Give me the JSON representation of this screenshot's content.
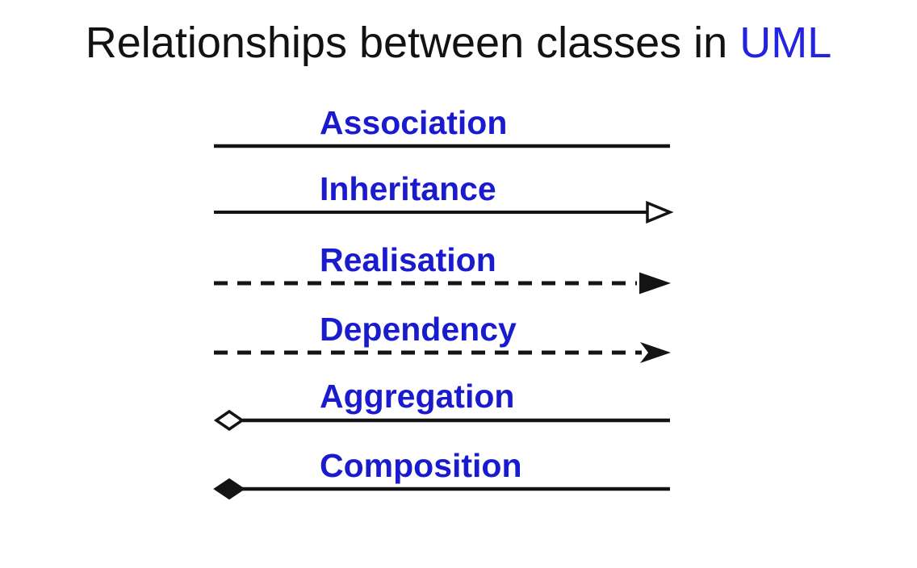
{
  "title": {
    "prefix": "Relationships between classes in ",
    "highlight": "UML"
  },
  "colors": {
    "background": "#ffffff",
    "title_black": "#121212",
    "title_highlight_blue": "#2424e0",
    "label_blue": "#1b1bce",
    "line_black": "#141414"
  },
  "relationships": [
    {
      "label": "Association",
      "line_style": "solid",
      "arrowhead": "none"
    },
    {
      "label": "Inheritance",
      "line_style": "solid",
      "arrowhead": "hollow-triangle-right"
    },
    {
      "label": "Realisation",
      "line_style": "dashed",
      "arrowhead": "filled-triangle-right"
    },
    {
      "label": "Dependency",
      "line_style": "dashed",
      "arrowhead": "stealth-arrow-right"
    },
    {
      "label": "Aggregation",
      "line_style": "solid",
      "arrowhead": "hollow-diamond-left"
    },
    {
      "label": "Composition",
      "line_style": "solid",
      "arrowhead": "filled-diamond-left"
    }
  ]
}
